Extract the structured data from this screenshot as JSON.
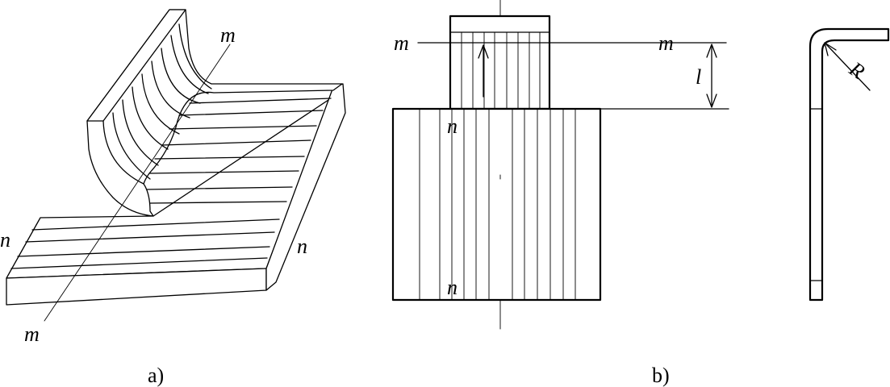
{
  "figure_a": {
    "caption": "a)",
    "label_m_top": "m",
    "label_m_bottom": "m",
    "label_n_left": "n",
    "label_n_right": "n"
  },
  "figure_b": {
    "caption": "b)",
    "label_m_left": "m",
    "label_m_right": "m",
    "label_n_top": "n",
    "label_n_bottom": "n",
    "label_l": "l",
    "label_R": "R"
  }
}
